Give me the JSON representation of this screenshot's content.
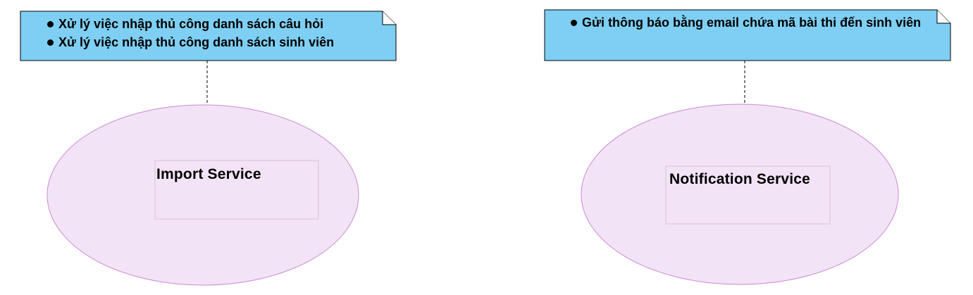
{
  "diagram": {
    "colors": {
      "note_fill": "#7ecff3",
      "note_border": "#000000",
      "ellipse_fill": "#f3e3f6",
      "ellipse_border": "#c98ad3",
      "label_box_border": "#d7c0da",
      "connector": "#000000"
    },
    "notes": [
      {
        "items": [
          "Xử lý việc nhập thủ công danh sách câu hỏi",
          "Xử lý việc nhập thủ công danh sách sinh viên"
        ]
      },
      {
        "items": [
          "Gửi thông báo bằng email chứa mã bài thi đến sinh viên"
        ]
      }
    ],
    "services": [
      {
        "label": "Import Service"
      },
      {
        "label": "Notification Service"
      }
    ]
  }
}
